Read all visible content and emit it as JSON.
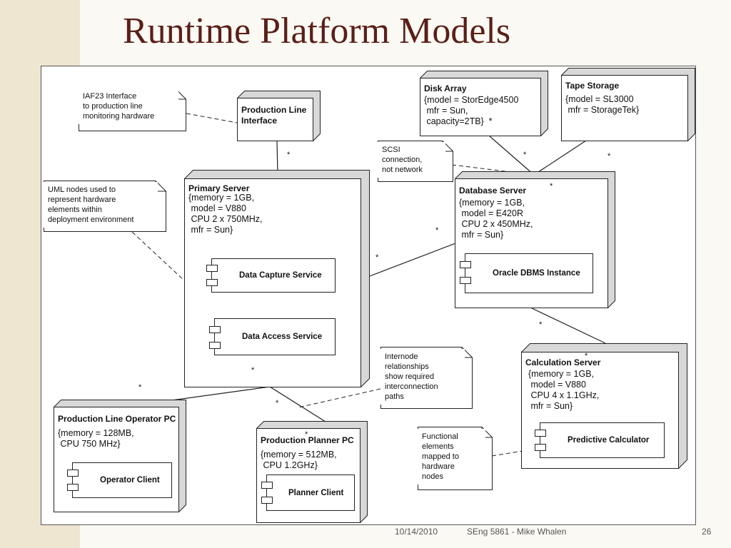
{
  "slide": {
    "title": "Runtime Platform Models",
    "footer": {
      "date": "10/14/2010",
      "course": "SEng 5861 - Mike Whalen",
      "page": "26"
    }
  },
  "notes": {
    "iaf23": "IAF23 Interface\nto production line\nmonitoring hardware",
    "uml": "UML nodes used to\nrepresent hardware\nelements within\ndeployment environment",
    "scsi": "SCSI\nconnection,\nnot network",
    "internode": "Internode\nrelationships\nshow required\ninterconnection\npaths",
    "functional": "Functional\nelements\nmapped to\nhardware\nnodes"
  },
  "nodes": {
    "production_line_interface": {
      "title": "Production Line\nInterface"
    },
    "disk_array": {
      "title": "Disk Array",
      "props": "{model = StorEdge4500\n mfr = Sun,\n capacity=2TB}  *"
    },
    "tape_storage": {
      "title": "Tape Storage",
      "props": "{model = SL3000\n mfr = StorageTek}"
    },
    "primary_server": {
      "title": "Primary Server",
      "props": "{memory = 1GB,\n model = V880\n CPU 2 x 750MHz,\n mfr = Sun}"
    },
    "database_server": {
      "title": "Database Server",
      "props": "{memory = 1GB,\n model = E420R\n CPU 2 x 450MHz,\n mfr = Sun}"
    },
    "calculation_server": {
      "title": "Calculation Server",
      "props": "{memory = 1GB,\n model = V880\n CPU 4 x 1.1GHz,\n mfr = Sun}"
    },
    "operator_pc": {
      "title": "Production Line Operator PC",
      "props": "{memory = 128MB,\n CPU 750 MHz}"
    },
    "planner_pc": {
      "title": "Production Planner PC",
      "props": "{memory = 512MB,\n CPU 1.2GHz}"
    }
  },
  "components": {
    "data_capture": "Data Capture Service",
    "data_access": "Data Access Service",
    "oracle": "Oracle DBMS Instance",
    "predictive": "Predictive Calculator",
    "operator_client": "Operator Client",
    "planner_client": "Planner Client"
  },
  "multiplicity": "*"
}
